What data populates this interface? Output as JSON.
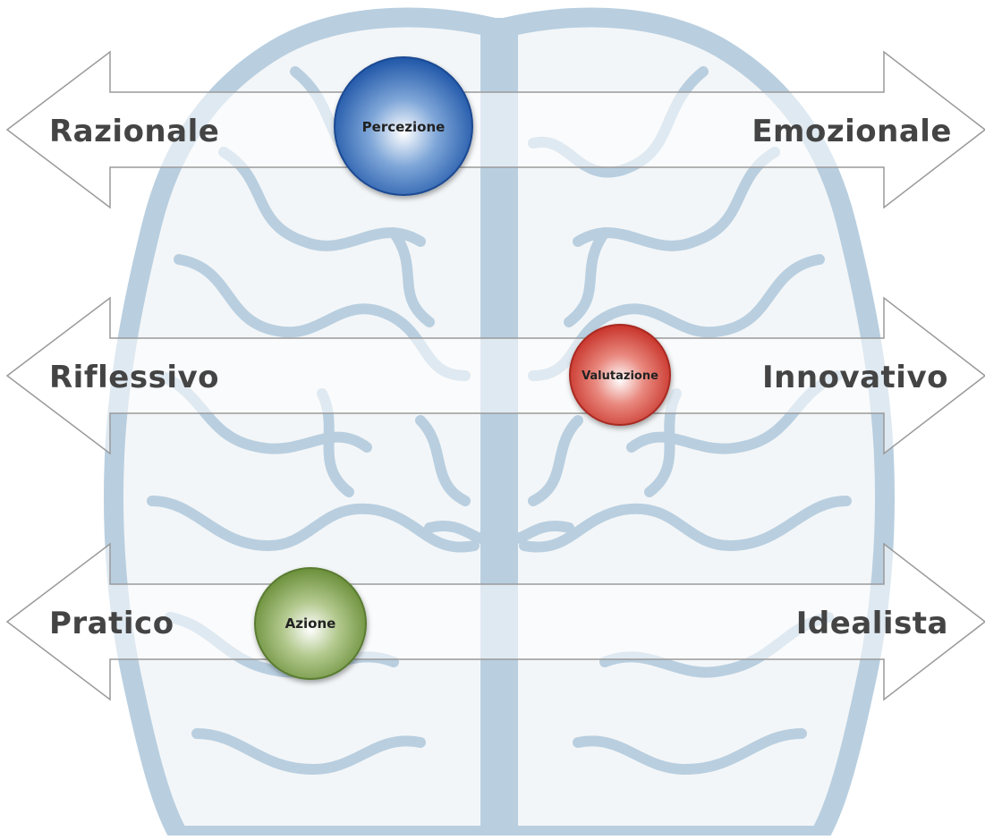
{
  "axes": [
    {
      "left_label": "Razionale",
      "right_label": "Emozionale"
    },
    {
      "left_label": "Riflessivo",
      "right_label": "Innovativo"
    },
    {
      "left_label": "Pratico",
      "right_label": "Idealista"
    }
  ],
  "bubbles": [
    {
      "label": "Percezione",
      "color": "#1f56a8"
    },
    {
      "label": "Valutazione",
      "color": "#c8332a"
    },
    {
      "label": "Azione",
      "color": "#6a8f3a"
    }
  ],
  "colors": {
    "brain": "#b9cfe0",
    "brain_fill": "#f3f6f8",
    "arrow_stroke": "#9a9a9a",
    "arrow_fill": "rgba(255,255,255,0.55)"
  }
}
